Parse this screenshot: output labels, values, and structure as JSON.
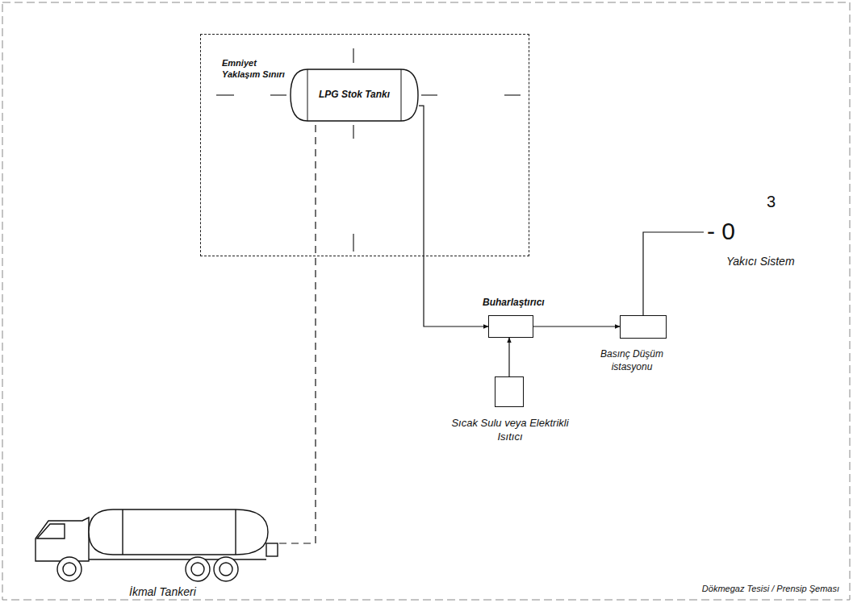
{
  "diagram": {
    "nodes": [
      {
        "text": [
          "Emniyet Yaklaşım Sınırı"
        ]
      },
      {
        "text": [
          "LPG Stok Tankı"
        ],
        "in": 0
      },
      {
        "text": [
          "Buharlaştırıcı"
        ]
      },
      {
        "text": [
          "Sıcak Sulu veya Elektrikli Isıtıcı"
        ]
      },
      {
        "text": [
          "Basınç Düşüm istasyonu"
        ]
      },
      {
        "text": [
          "- 0",
          "3",
          "Yakıcı Sistem"
        ]
      },
      {
        "text": [
          "İkmal Tankeri"
        ]
      }
    ],
    "edges": [
      {
        "from": 6,
        "to": 1,
        "arrow": "none"
      },
      {
        "from": 1,
        "to": 2,
        "arrow": "to"
      },
      {
        "from": 3,
        "to": 2,
        "arrow": "to"
      },
      {
        "from": 2,
        "to": 4,
        "arrow": "to"
      },
      {
        "from": 4,
        "to": 5,
        "arrow": "none"
      }
    ],
    "labels": [
      "Dökmegaz Tesisi / Prensip Şeması"
    ]
  }
}
